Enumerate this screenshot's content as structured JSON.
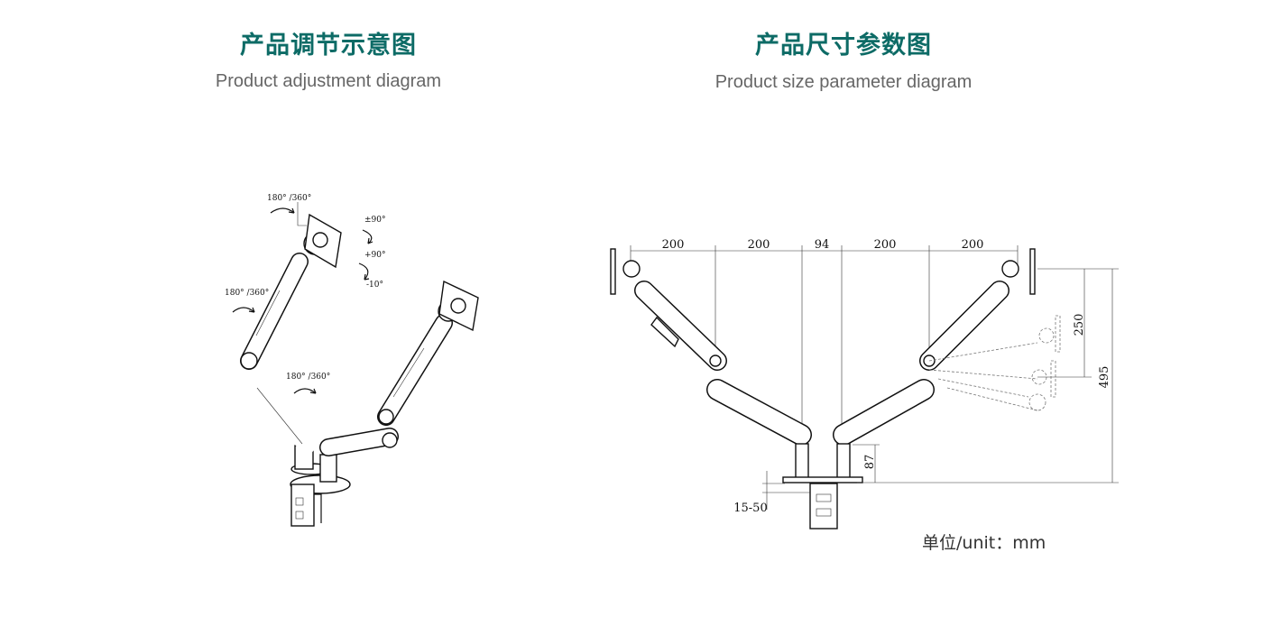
{
  "left_panel": {
    "title": "产品调节示意图",
    "subtitle": "Product adjustment diagram",
    "annotations": {
      "top_rotation": "180° /360°",
      "tilt_up": "±90°",
      "tilt_plus": "+90°",
      "tilt_minus": "-10°",
      "mid_rotation": "180° /360°",
      "base_rotation": "180° /360°"
    }
  },
  "right_panel": {
    "title": "产品尺寸参数图",
    "subtitle": "Product size parameter diagram",
    "dimensions": {
      "seg1": "200",
      "seg2": "200",
      "center": "94",
      "seg4": "200",
      "seg5": "200",
      "vertical_travel": "250",
      "total_height": "495",
      "pole_height": "87",
      "desk_thickness": "15-50"
    },
    "unit_label": "单位/unit：mm"
  }
}
